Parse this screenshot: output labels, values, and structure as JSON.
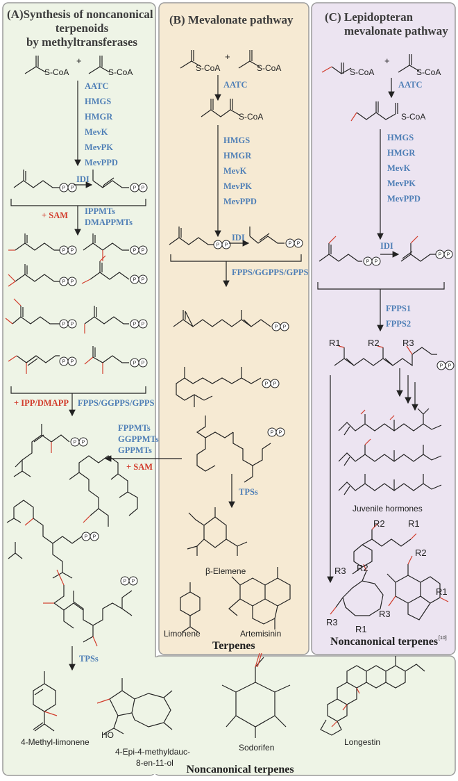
{
  "colors": {
    "panel_a": "#eef4e6",
    "panel_b": "#f6ead3",
    "panel_c": "#ece4f1",
    "panel_bottom": "#eef4e6",
    "enzyme": "#4f7fb6",
    "highlight": "#d23c2c"
  },
  "panel_a": {
    "title_l1": "(A)Synthesis of noncanonical",
    "title_l2": "terpenoids",
    "title_l3": "by methyltransferases",
    "scoa": "S-CoA",
    "enzymes": [
      "AATC",
      "HMGS",
      "HMGR",
      "MevK",
      "MevPK",
      "MevPPD"
    ],
    "idi": "IDI",
    "sam": "+ SAM",
    "ippmts": "IPPMTs",
    "dmappmts": "DMAPPMTs",
    "ipp_dmapp": "+ IPP/DMAPP",
    "prenyl_enz": "FPPS/GGPPS/GPPS",
    "mt_enz": [
      "FPPMTs",
      "GGPPMTs",
      "GPPMTs"
    ],
    "sam2": "+ SAM",
    "tpss": "TPSs"
  },
  "panel_b": {
    "title": "(B) Mevalonate pathway",
    "scoa": "S-CoA",
    "aatc": "AATC",
    "enzymes": [
      "HMGS",
      "HMGR",
      "MevK",
      "MevPK",
      "MevPPD"
    ],
    "idi": "IDI",
    "prenyl_enz": "FPPS/GGPPS/GPPS",
    "tpss": "TPSs",
    "mols": {
      "elemene": "β-Elemene",
      "limonene": "Limonene",
      "artemisinin": "Artemisinin"
    },
    "footer": "Terpenes"
  },
  "panel_c": {
    "title_l1": "(C) Lepidopteran",
    "title_l2": "mevalonate pathway",
    "scoa": "S-CoA",
    "aatc": "AATC",
    "enzymes": [
      "HMGS",
      "HMGR",
      "MevK",
      "MevPK",
      "MevPPD"
    ],
    "idi": "IDI",
    "fpps": [
      "FPPS1",
      "FPPS2"
    ],
    "r_labels": [
      "R1",
      "R2",
      "R3"
    ],
    "jh": "Juvenile hormones",
    "footer": "Noncanonical terpenes",
    "ref": "[10]"
  },
  "bottom": {
    "mols": [
      "4-Methyl-limonene",
      "Sodorifen",
      "Longestin"
    ],
    "mol_epi_l1": "4-Epi-4-methyldauc-",
    "mol_epi_l2": "8-en-11-ol",
    "ho": "HO",
    "footer": "Noncanonical terpenes"
  }
}
